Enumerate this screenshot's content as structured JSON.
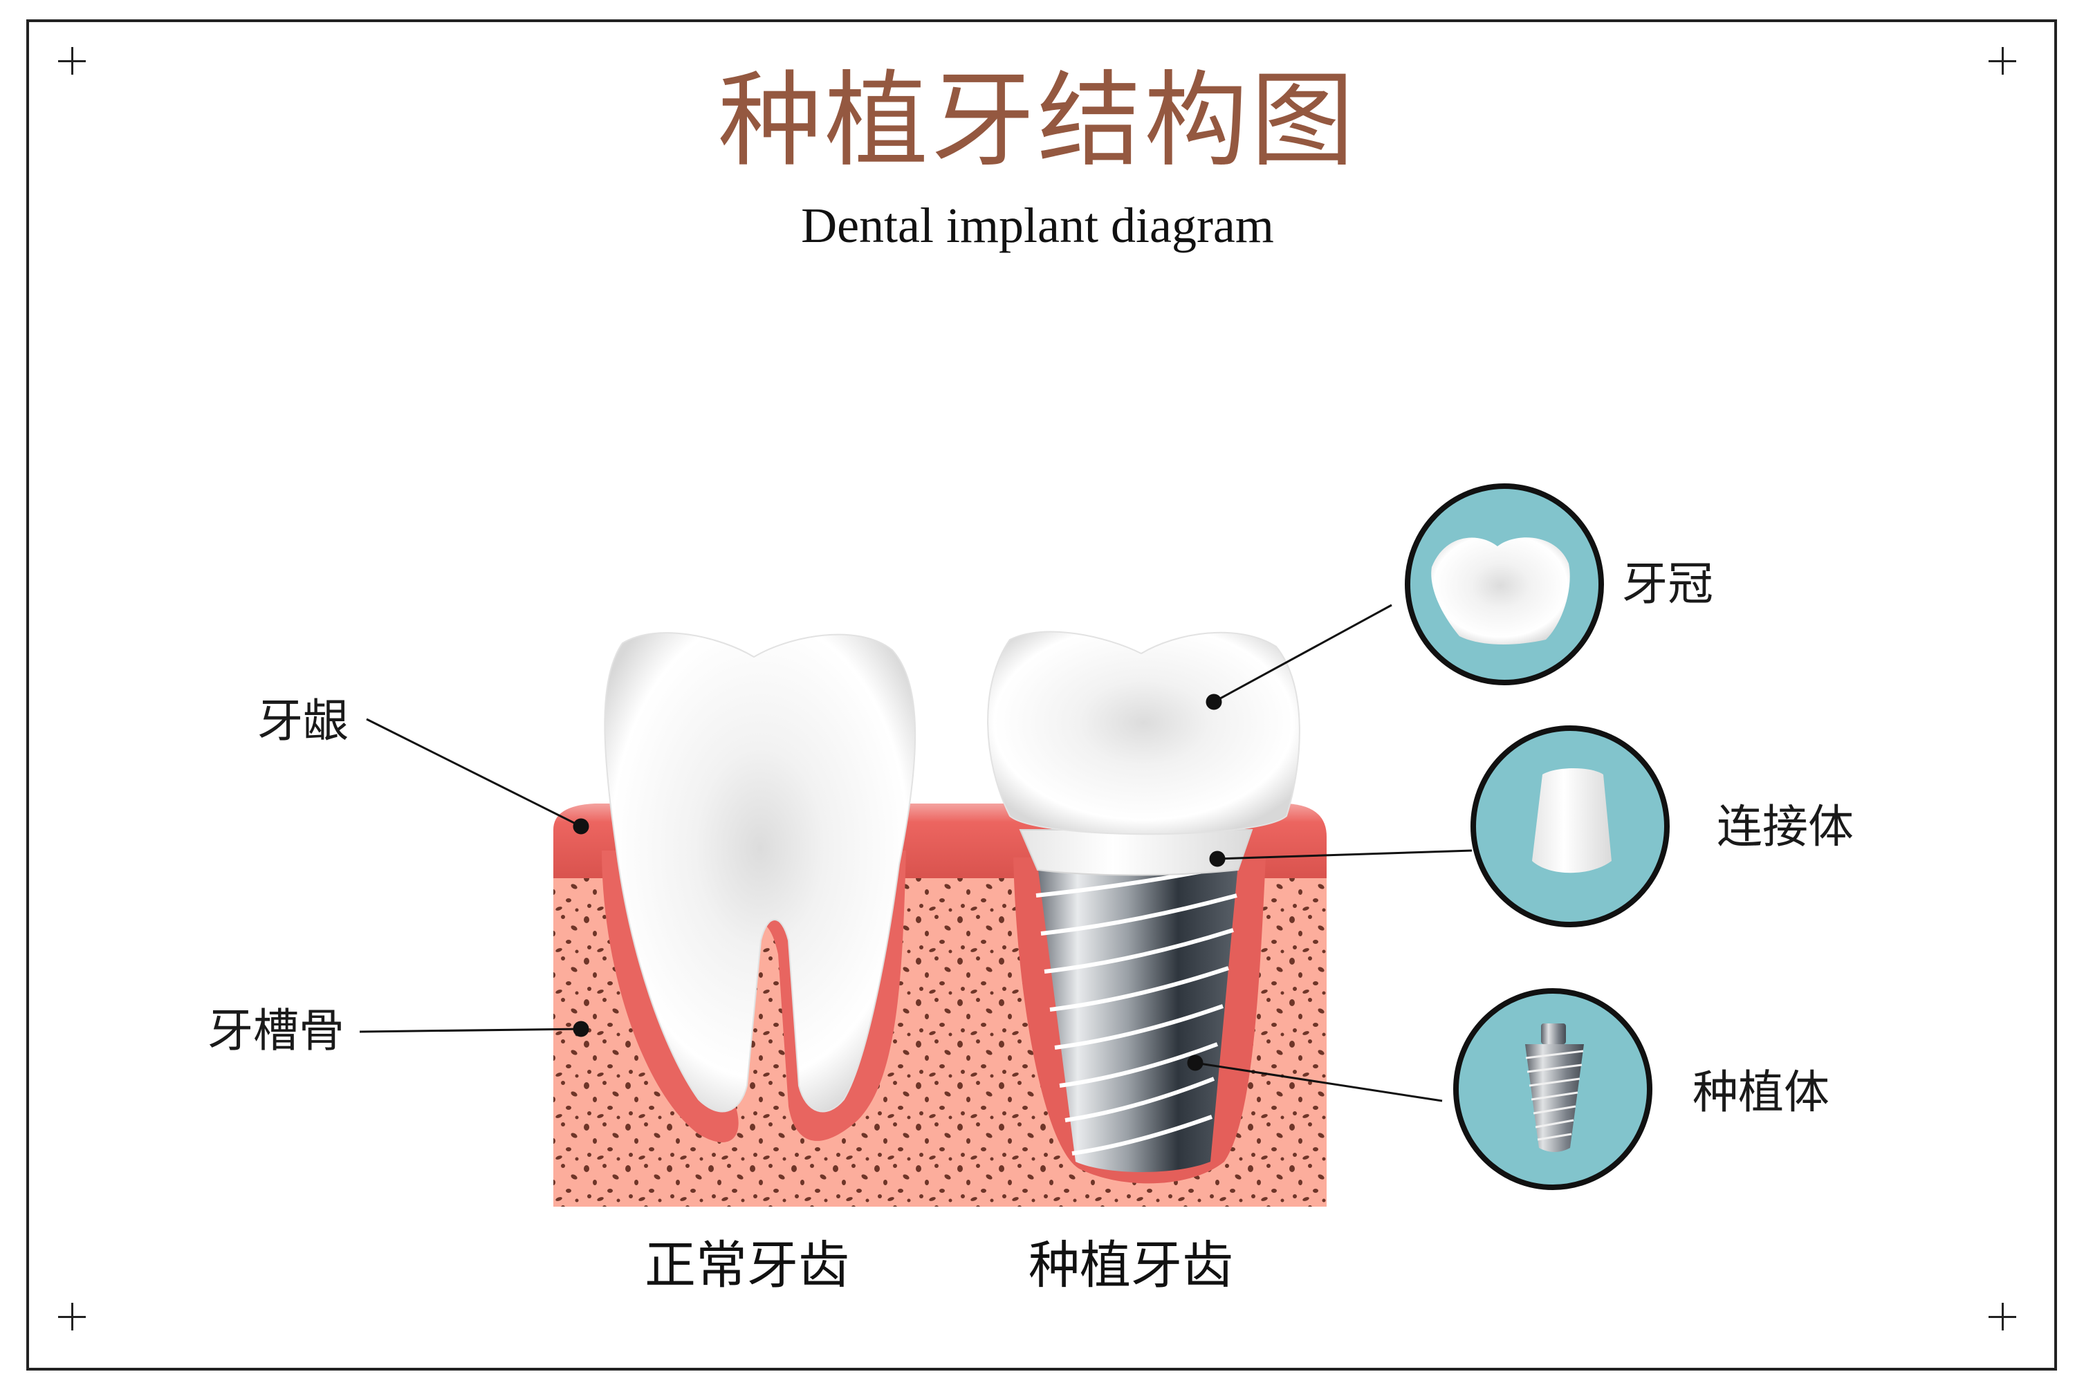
{
  "header": {
    "title": "种植牙结构图",
    "subtitle": "Dental implant diagram"
  },
  "colors": {
    "title": "#945840",
    "gum": "#ec6560",
    "gum_dark": "#c94e4a",
    "bone": "#fcad9c",
    "bone_dots": "#6e3528",
    "circle_fill": "#82c4cc",
    "circle_stroke": "#111111",
    "frame": "#222222"
  },
  "left_labels": [
    {
      "id": "gum",
      "text": "牙龈"
    },
    {
      "id": "alveolar-bone",
      "text": "牙槽骨"
    }
  ],
  "right_components": [
    {
      "id": "crown",
      "text": "牙冠",
      "icon": "crown-icon"
    },
    {
      "id": "abutment",
      "text": "连接体",
      "icon": "abutment-icon"
    },
    {
      "id": "implant",
      "text": "种植体",
      "icon": "implant-screw-icon"
    }
  ],
  "bottom_labels": {
    "normal_tooth": "正常牙齿",
    "implant_tooth": "种植牙齿"
  }
}
